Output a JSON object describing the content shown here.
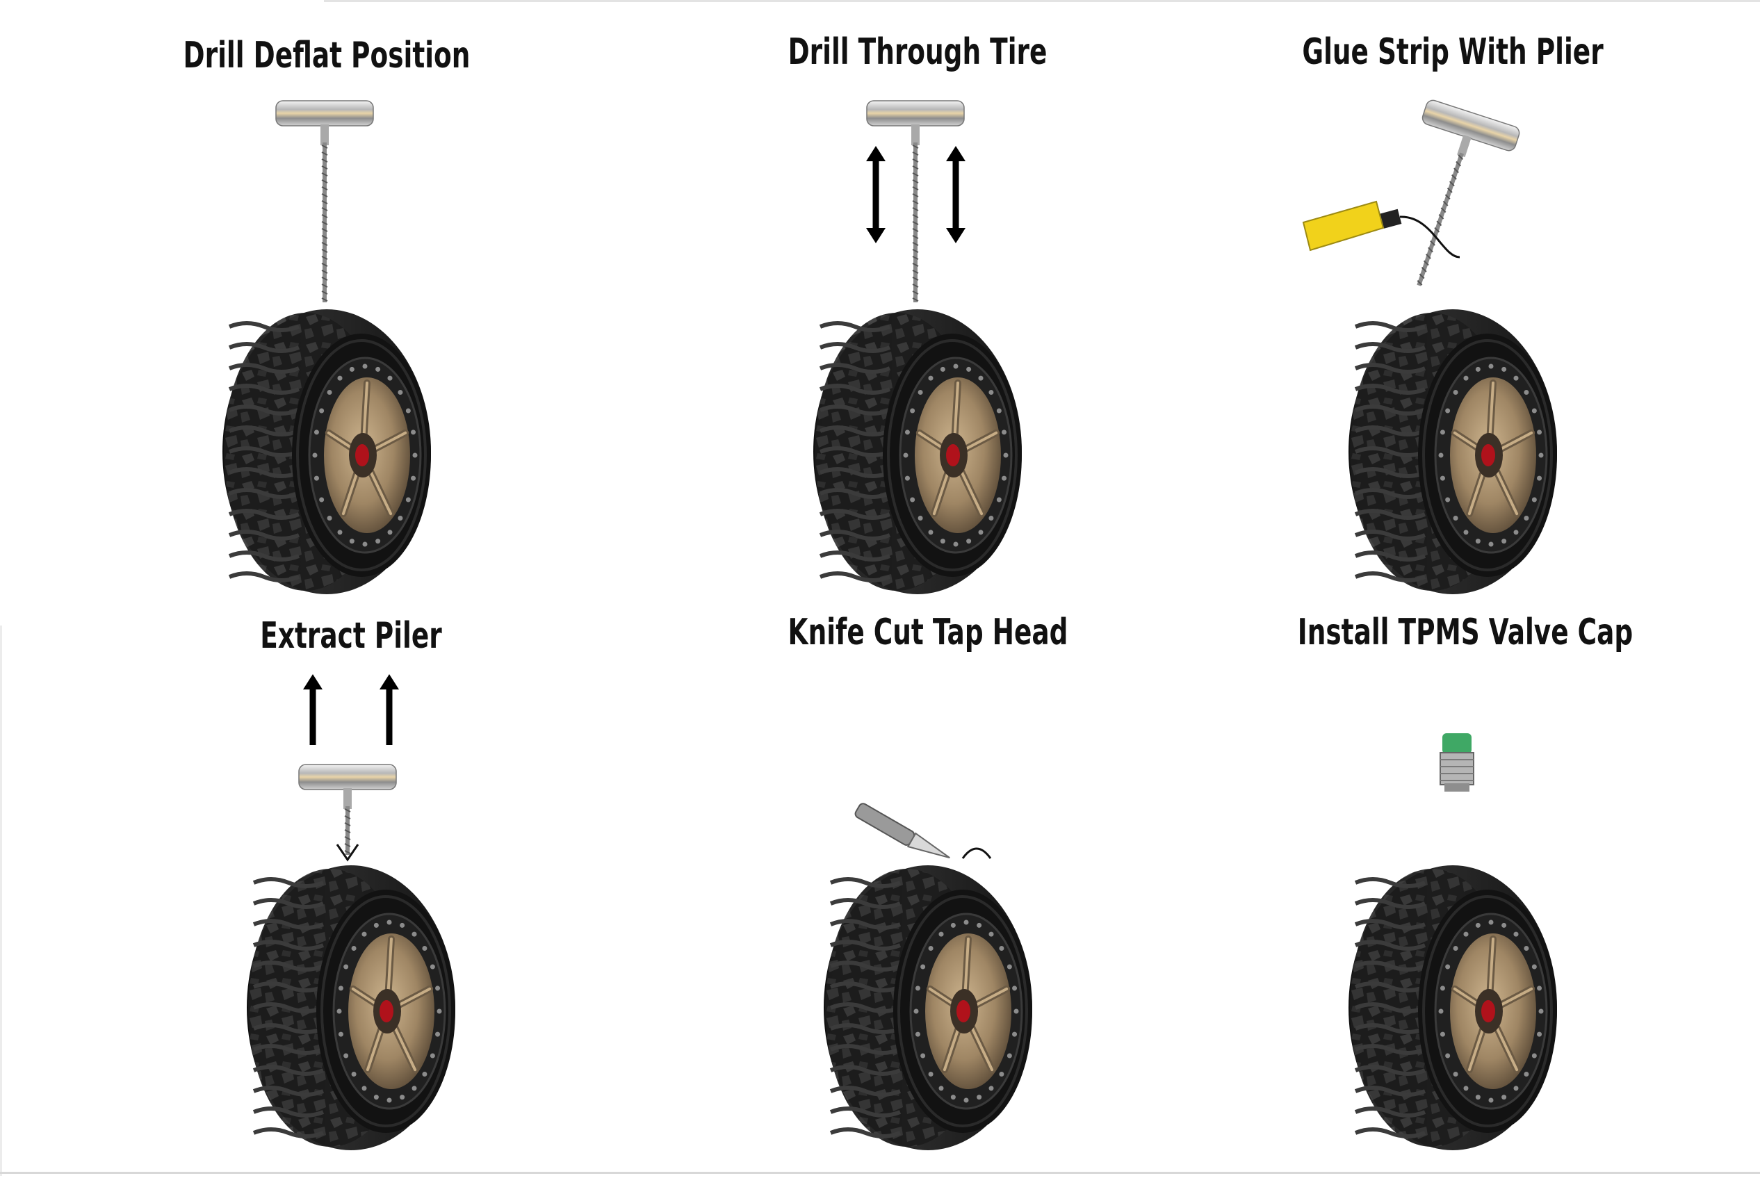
{
  "steps": [
    {
      "id": "drill-deflat-position",
      "title": "Drill Deflat Position",
      "tool": "t-handle-spiral-probe"
    },
    {
      "id": "drill-through-tire",
      "title": "Drill Through Tire",
      "tool": "t-handle-spiral-probe-with-up-down-arrows"
    },
    {
      "id": "glue-strip-with-plier",
      "title": "Glue Strip With Plier",
      "tool": "t-handle-needle-with-glue-tube"
    },
    {
      "id": "extract-piler",
      "title": "Extract Piler",
      "tool": "t-handle-needle-with-up-arrows"
    },
    {
      "id": "knife-cut-tap-head",
      "title": "Knife Cut Tap Head",
      "tool": "utility-knife"
    },
    {
      "id": "install-tpms-valve-cap",
      "title": "Install TPMS Valve Cap",
      "tool": "tpms-valve-cap"
    }
  ],
  "colors": {
    "tire": "#1b1b1b",
    "tread": "#2e2e2e",
    "rim": "#a8906e",
    "rim_dark": "#5d4e3c",
    "hub": "#b0121b",
    "steel": "#c9c9c9",
    "glue": "#f1d21b",
    "valve_green": "#3fa865"
  }
}
